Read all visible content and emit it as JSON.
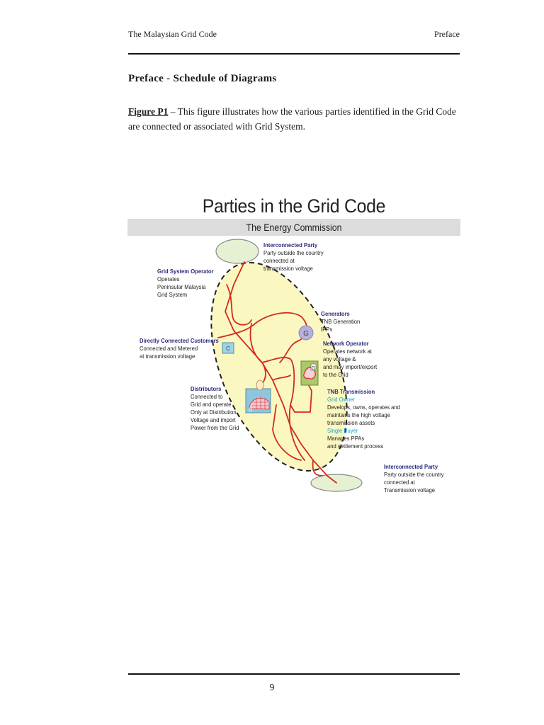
{
  "header": {
    "document_title": "The Malaysian Grid Code",
    "section": "Preface"
  },
  "section_title": "Preface - Schedule of Diagrams",
  "paragraph": {
    "figure_ref": "Figure P1",
    "text": " – This figure illustrates how the various parties identified in the Grid Code are connected or associated with Grid System."
  },
  "figure": {
    "title": "Parties in the Grid Code",
    "band_label": "The Energy Commission",
    "colors": {
      "ellipse_fill": "#fbf7c0",
      "party_ellipse_fill": "#e6f0d2",
      "line_red": "#d42a1e",
      "heading_navy": "#2a2a7a",
      "sub_cyan": "#19a3d6",
      "generator_circle": "#b7b0dc",
      "customer_box": "#9fd3e6",
      "network_box": "#a9c96a",
      "band_gray": "#dcdcdc"
    },
    "icons": {
      "generator_letter": "G",
      "customer_letter": "C",
      "network_letter": "G",
      "distributor_letter": "G"
    },
    "labels": {
      "interconnected_top": {
        "heading": "Interconnected Party",
        "lines": [
          "Party outside the country",
          "connected at",
          "transmission voltage"
        ]
      },
      "grid_system_operator": {
        "heading": "Grid System Operator",
        "lines": [
          "Operates",
          "Peninsular Malaysia",
          "Grid System"
        ]
      },
      "directly_connected": {
        "heading": "Directly Connected Customers",
        "lines": [
          "Connected and Metered",
          "at transmission voltage"
        ]
      },
      "distributors": {
        "heading": "Distributors",
        "lines": [
          "Connected to",
          "Grid and operate",
          "Only at Distribution",
          "Voltage and import",
          "Power from the Grid"
        ]
      },
      "generators": {
        "heading": "Generators",
        "lines": [
          "TNB Generation",
          "IPPs"
        ]
      },
      "network_operator": {
        "heading": "Network Operator",
        "lines": [
          "Operates network at",
          "any voltage &",
          "and may import/export",
          "to the Grid"
        ]
      },
      "tnb_transmission": {
        "heading": "TNB Transmission",
        "grid_owner": "Grid Owner",
        "grid_owner_lines": [
          "Develops, owns, operates and",
          "maintains the high voltage",
          "transmission assets"
        ],
        "single_buyer": "Single Buyer",
        "single_buyer_lines": [
          "Manages PPAs",
          "and settlement process"
        ]
      },
      "interconnected_bottom": {
        "heading": "Interconnected Party",
        "lines": [
          "Party outside the country",
          "connected at",
          "Transmission voltage"
        ]
      }
    }
  },
  "footer": {
    "page_number": "9"
  }
}
